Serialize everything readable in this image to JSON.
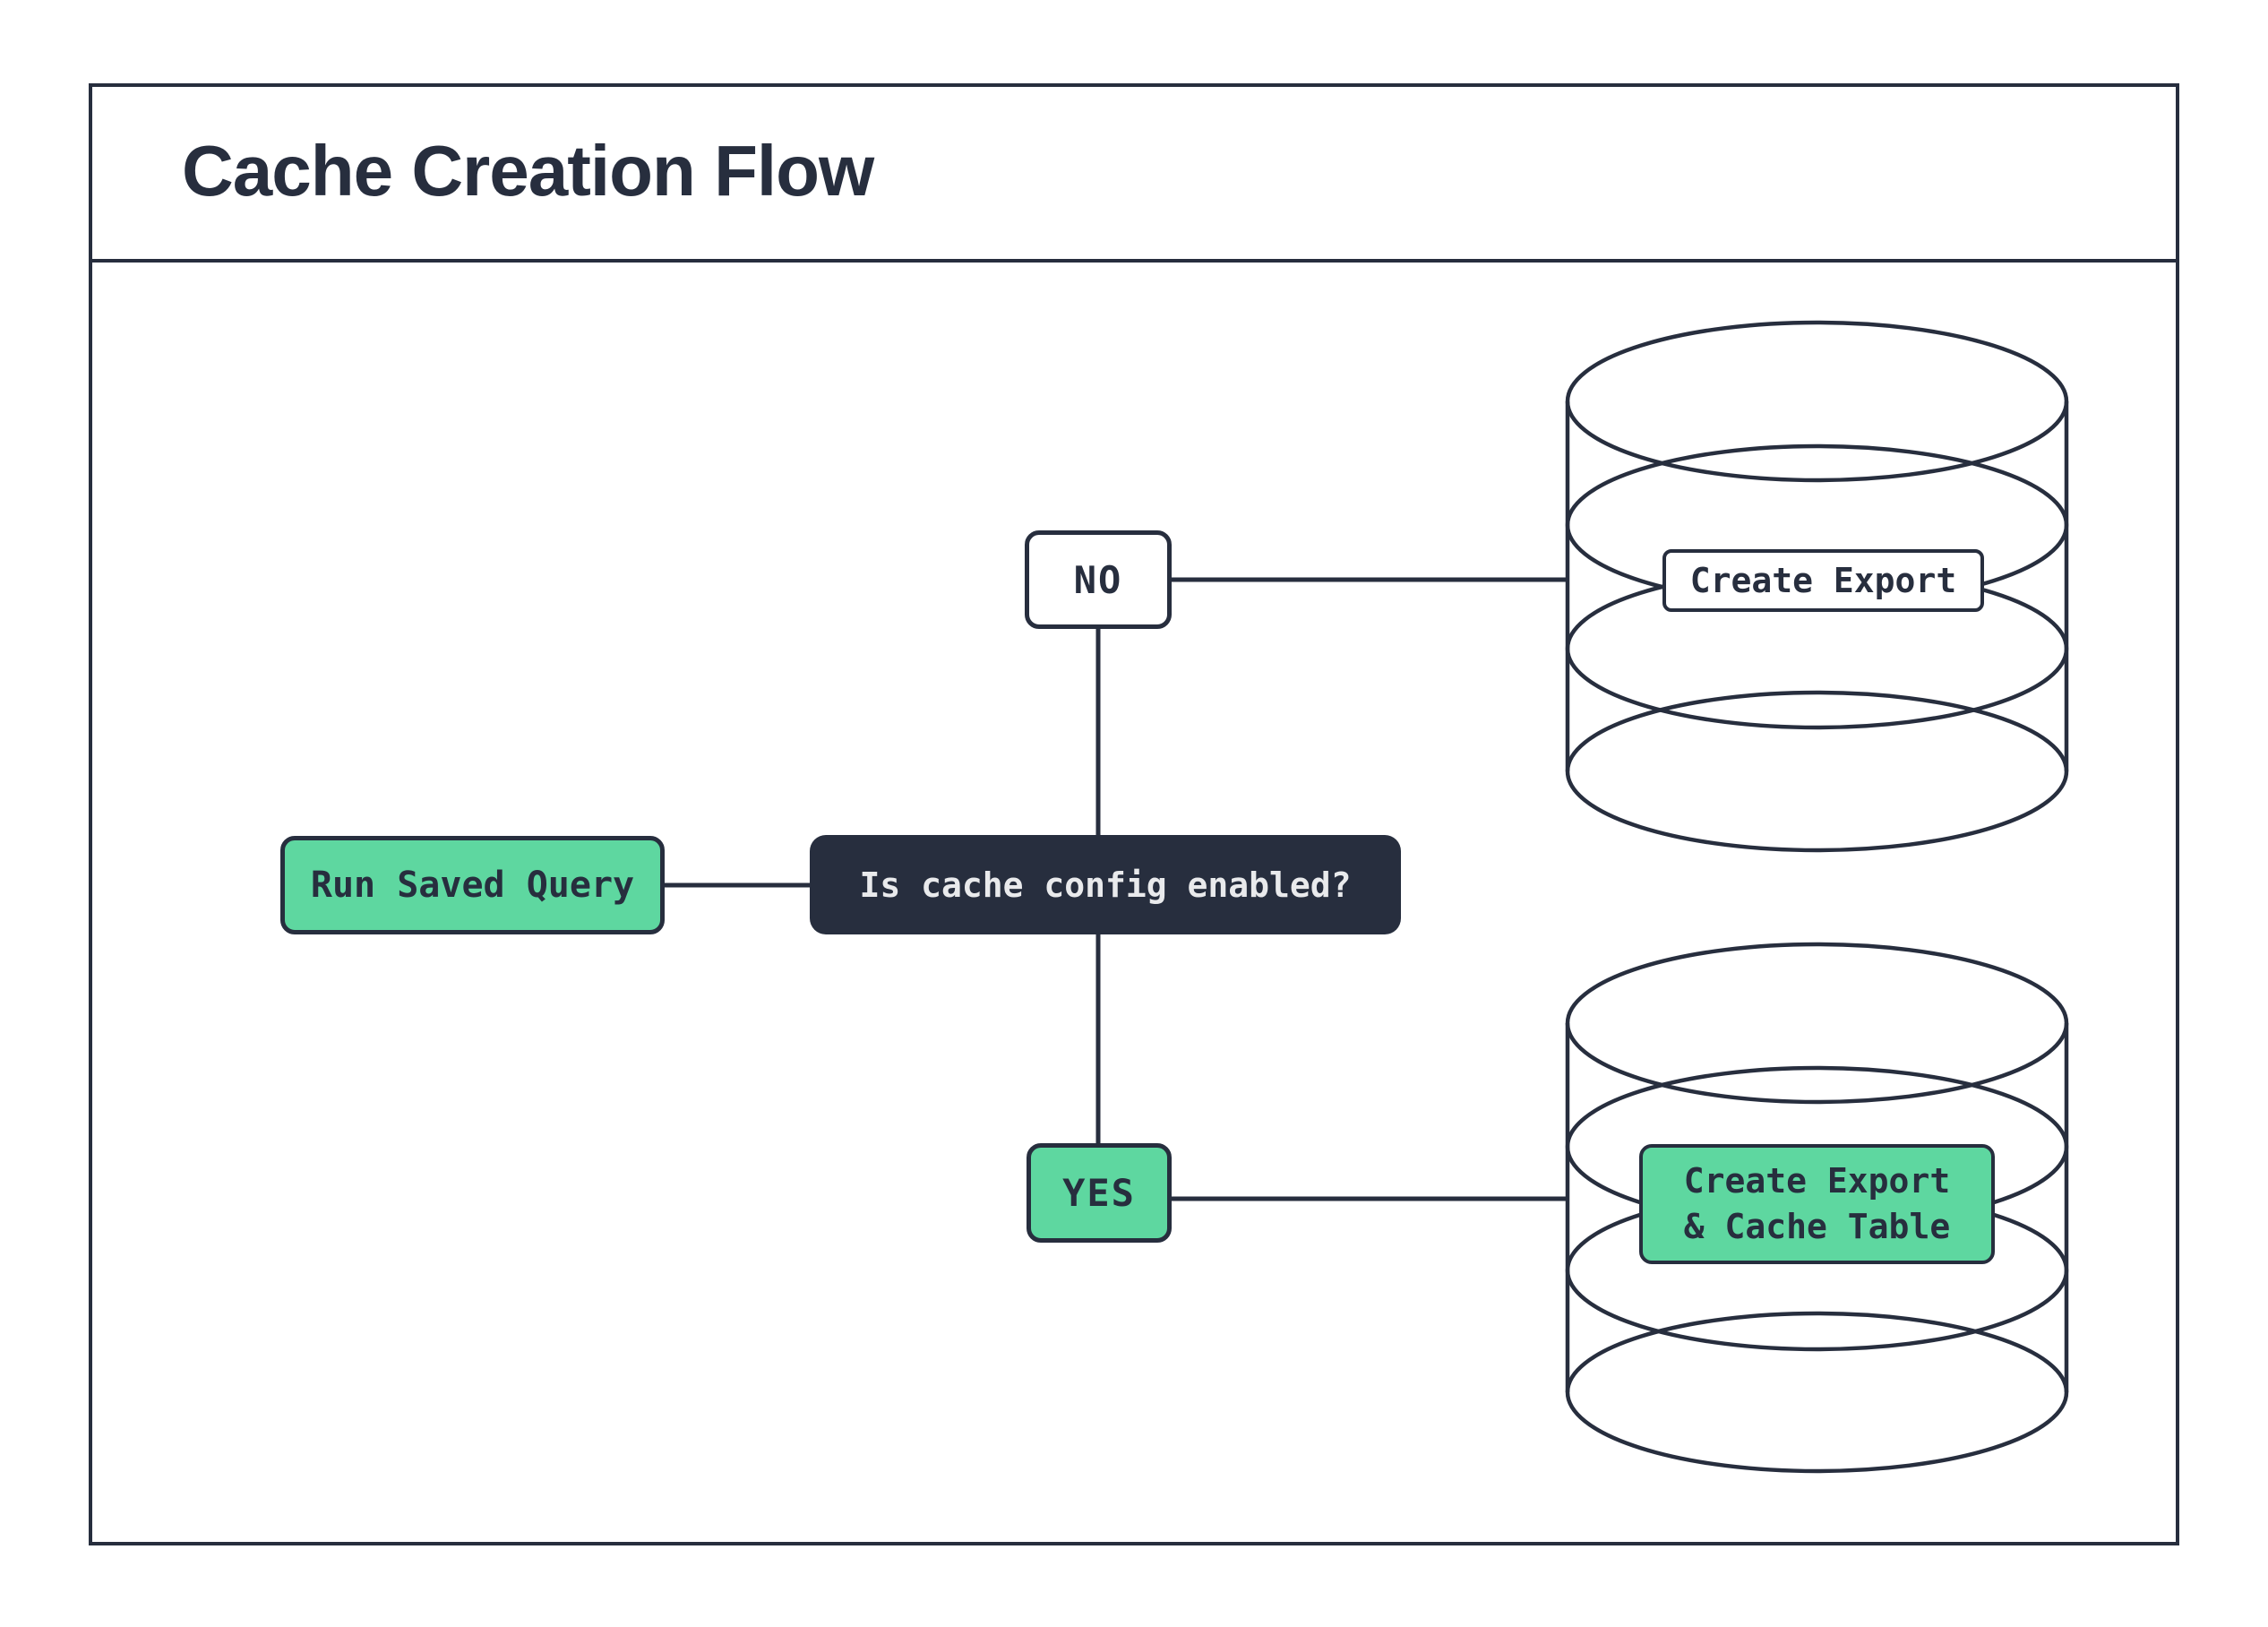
{
  "title": "Cache Creation Flow",
  "colors": {
    "dark": "#272e3e",
    "green": "#5ed7a0",
    "light_text": "#e9eaec",
    "background": "#ffffff"
  },
  "nodes": {
    "start": {
      "label": "Run Saved Query"
    },
    "decision": {
      "label": "Is cache config enabled?"
    },
    "no_branch": {
      "label": "NO"
    },
    "yes_branch": {
      "label": "YES"
    },
    "export": {
      "label": "Create Export"
    },
    "export_cache": {
      "label": "Create Export & Cache Table",
      "line1": "Create Export",
      "line2": "& Cache Table"
    }
  }
}
